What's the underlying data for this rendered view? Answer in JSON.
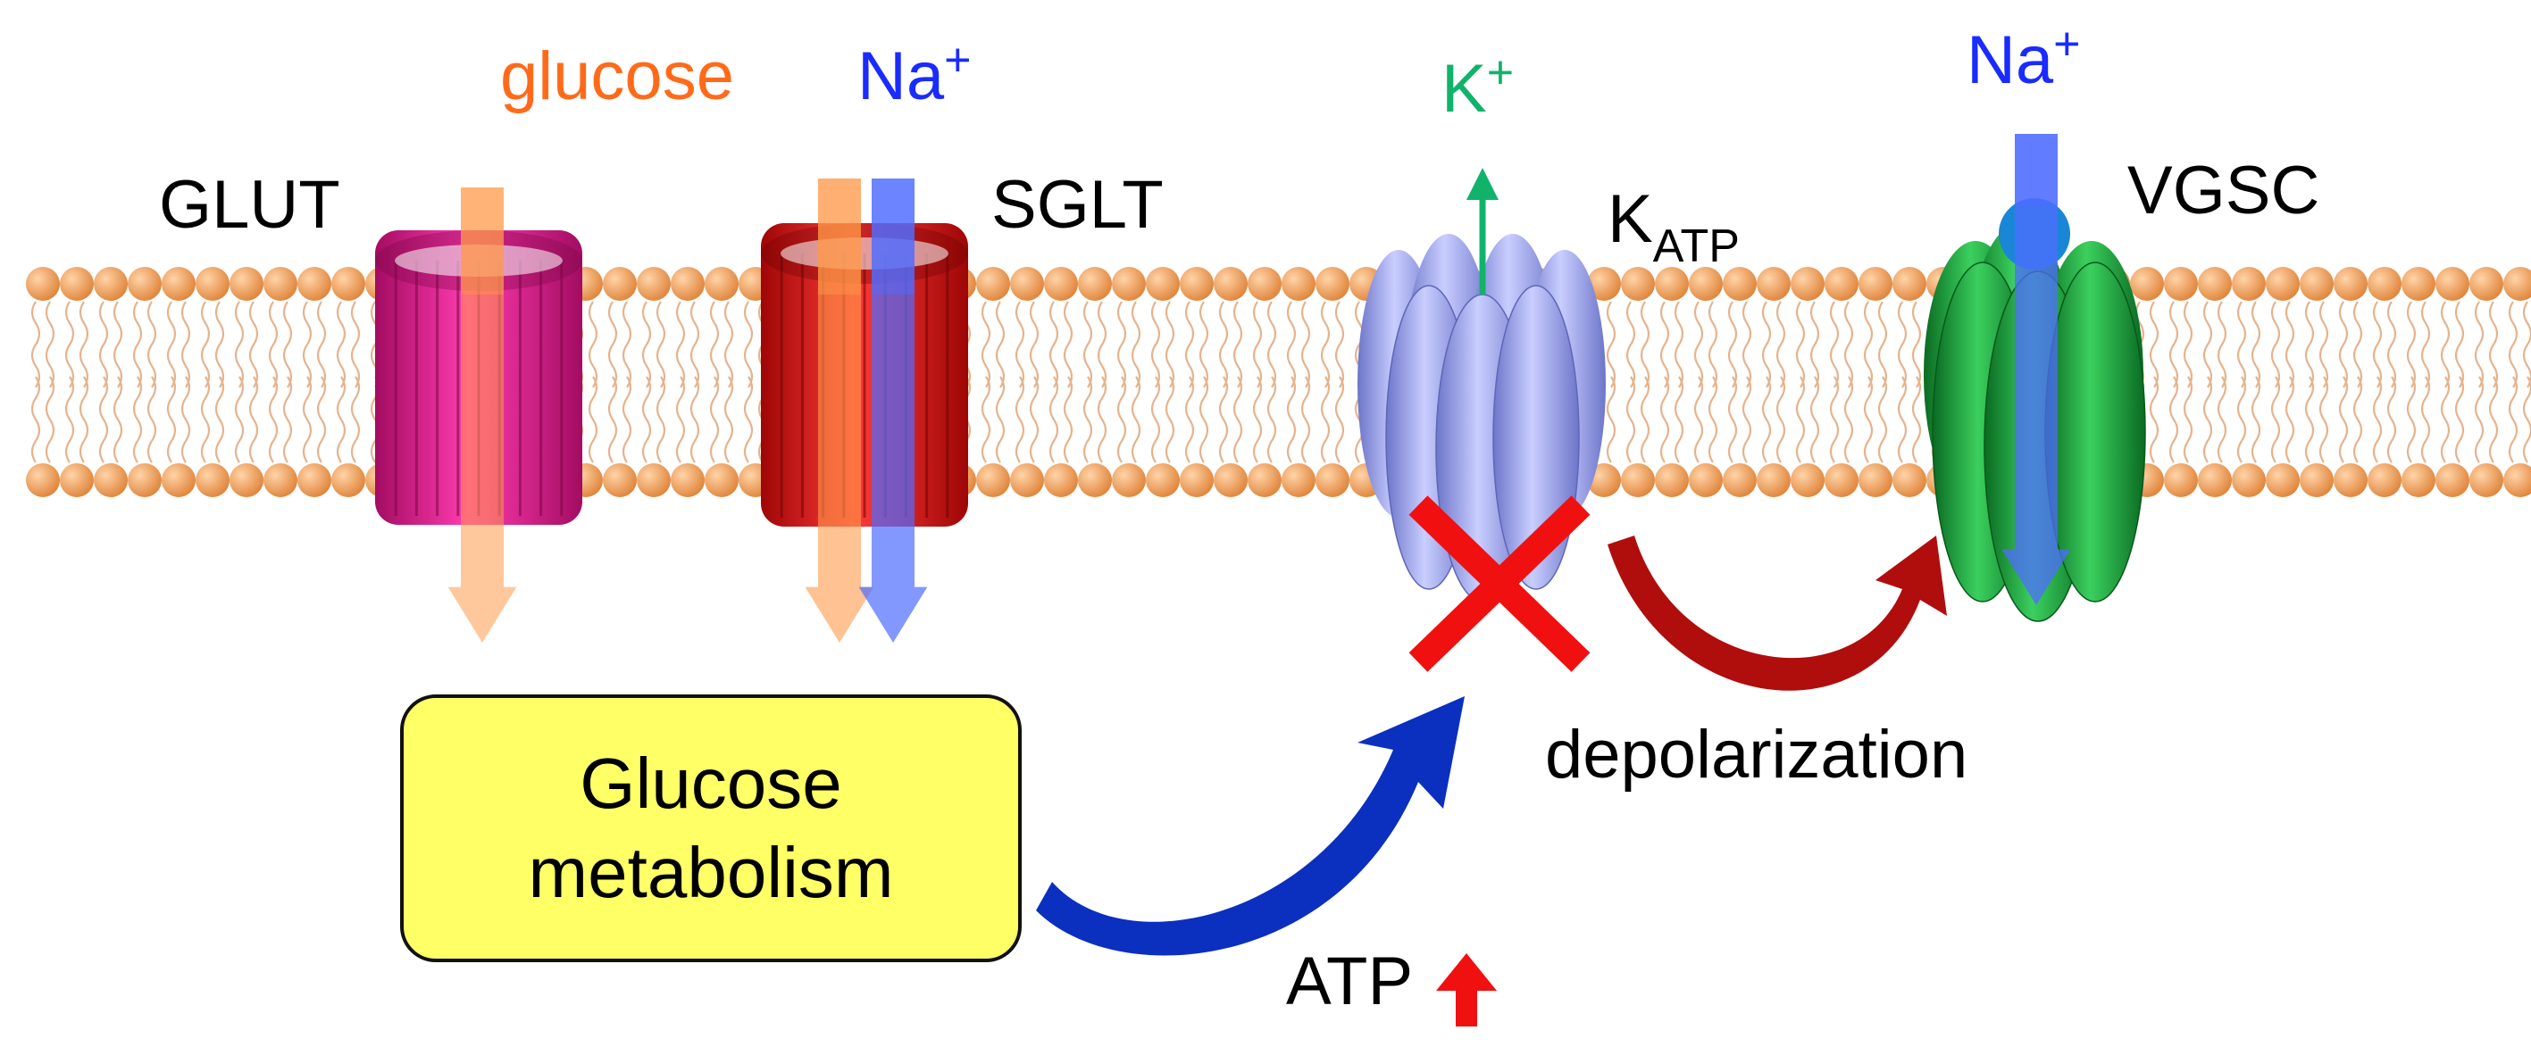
{
  "labels": {
    "glucose": "glucose",
    "na_left": "Na",
    "na_left_sup": "+",
    "glut": "GLUT",
    "sglt": "SGLT",
    "k": "K",
    "k_sup": "+",
    "katp_main": "K",
    "katp_sub": "ATP",
    "na_right": "Na",
    "na_right_sup": "+",
    "vgsc": "VGSC",
    "depolarization": "depolarization",
    "metabolism_line1": "Glucose",
    "metabolism_line2": "metabolism",
    "atp": "ATP"
  },
  "colors": {
    "glucose_text": "#ff6a1a",
    "na_text": "#1a2bff",
    "k_text": "#11b36b",
    "membrane_head": "#f3a25a",
    "membrane_tail": "#e6b38d",
    "glut": "#e0198f",
    "sglt": "#e81010",
    "katp": "#9aa2ef",
    "vgsc": "#17a23a",
    "glucose_arrow": "#ff9a4a",
    "na_arrow": "#4f6cff",
    "metabolism_arrow": "#0b2fbf",
    "depol_arrow": "#b00d0d",
    "block_x": "#f01010",
    "atp_up": "#f01010",
    "box_fill": "#ffff66"
  },
  "icons": [
    "block-x-icon",
    "atp-up-arrow-icon"
  ]
}
